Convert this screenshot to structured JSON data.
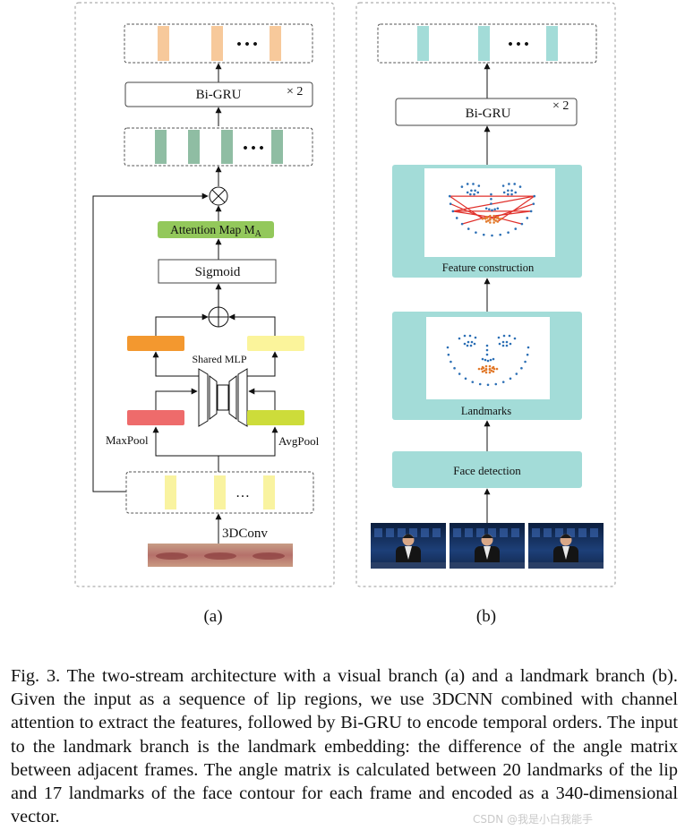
{
  "panel_a": {
    "caption": "(a)",
    "bigru_label": "Bi-GRU",
    "repeat_label": "× 2",
    "attention_label": "Attention Map M",
    "attention_subscript": "A",
    "sigmoid_label": "Sigmoid",
    "shared_mlp_label": "Shared MLP",
    "maxpool_label": "MaxPool",
    "avgpool_label": "AvgPool",
    "conv_label": "3DConv",
    "ellipsis": "• • •",
    "feature_ellipsis": "…"
  },
  "panel_b": {
    "caption": "(b)",
    "bigru_label": "Bi-GRU",
    "repeat_label": "× 2",
    "feature_construction_label": "Feature construction",
    "landmarks_label": "Landmarks",
    "face_detection_label": "Face detection",
    "ellipsis": "• • •"
  },
  "colors": {
    "output_bars_a": "#f7c99b",
    "feature_bars_a": "#8fbda3",
    "attention_fill": "#93c85b",
    "maxpool_bar": "#ee6b6b",
    "avgpool_bar": "#cddc3a",
    "mlp_out_left": "#f3982f",
    "mlp_out_right": "#fbf49b",
    "input_bars_a": "#f9f3a0",
    "teal_box": "#a3dcd8",
    "output_bars_b": "#a3dcd8",
    "landmark_blue": "#2c6fb5",
    "landmark_orange": "#e27a2c",
    "connector_red": "#e0302b"
  },
  "figure_caption": "Fig. 3.   The two-stream architecture with a visual branch (a) and a landmark branch (b). Given the input as a sequence of lip regions, we use 3DCNN combined with channel attention to extract the features, followed by Bi-GRU to encode temporal orders. The input to the landmark branch is the landmark embedding: the difference of the angle matrix between adjacent frames. The angle matrix is calculated between 20 landmarks of the lip and 17 landmarks of the face contour for each frame and encoded as a 340-dimensional vector.",
  "watermark": "CSDN @我是小白我能手"
}
